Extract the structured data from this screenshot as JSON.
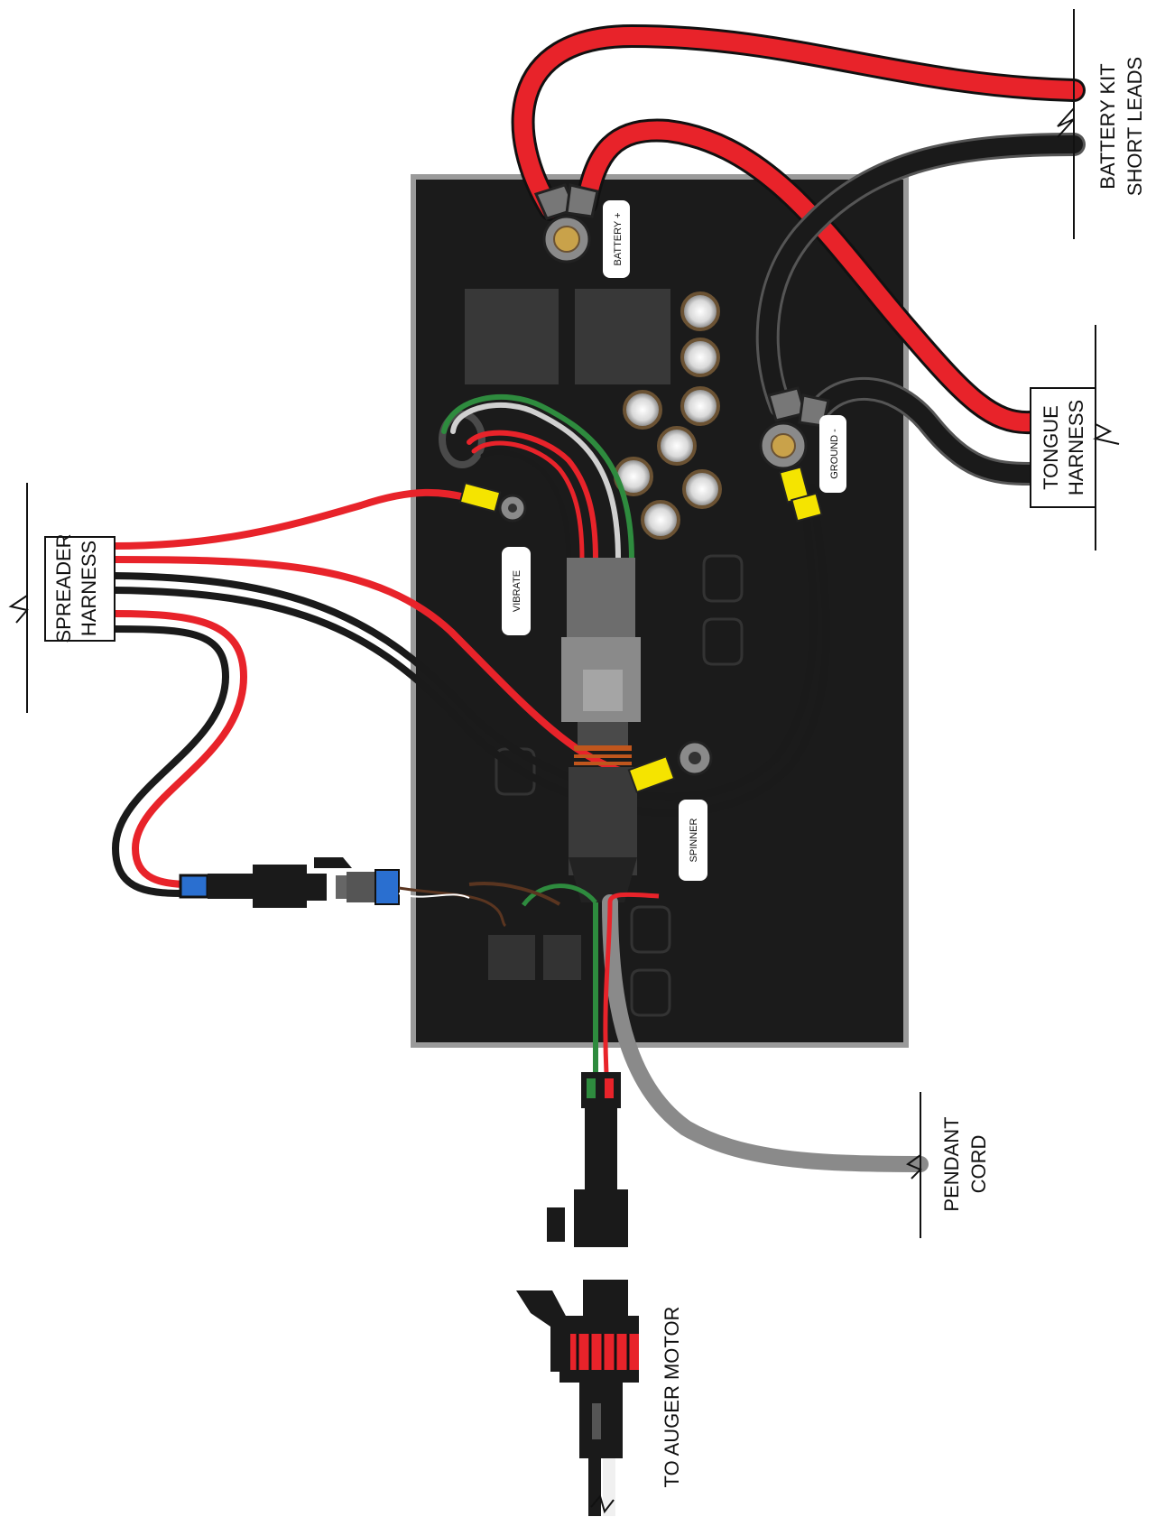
{
  "labels": {
    "battery_line1": "BATTERY KIT",
    "battery_line2": "SHORT LEADS",
    "tongue_line1": "TONGUE",
    "tongue_line2": "HARNESS",
    "spreader_line1": "SPREADER",
    "spreader_line2": "HARNESS",
    "pendant_line1": "PENDANT",
    "pendant_line2": "CORD",
    "auger": "TO AUGER MOTOR"
  },
  "board_tags": {
    "battery_plus": "BATTERY +",
    "ground_minus": "GROUND -",
    "vibrate": "VIBRATE",
    "spinner": "SPINNER"
  },
  "colors": {
    "wire_red": "#e8232a",
    "wire_black": "#1a1a1a",
    "wire_green": "#2e8b3e",
    "wire_gray": "#8a8a8a",
    "board": "#1b1b1b",
    "terminal_yellow": "#f5e400",
    "connector_blue": "#2a6fd0"
  },
  "icons": [
    "ring-terminal-icon",
    "capacitor-icon",
    "relay-icon",
    "weatherpack-connector-icon",
    "break-symbol-icon"
  ]
}
